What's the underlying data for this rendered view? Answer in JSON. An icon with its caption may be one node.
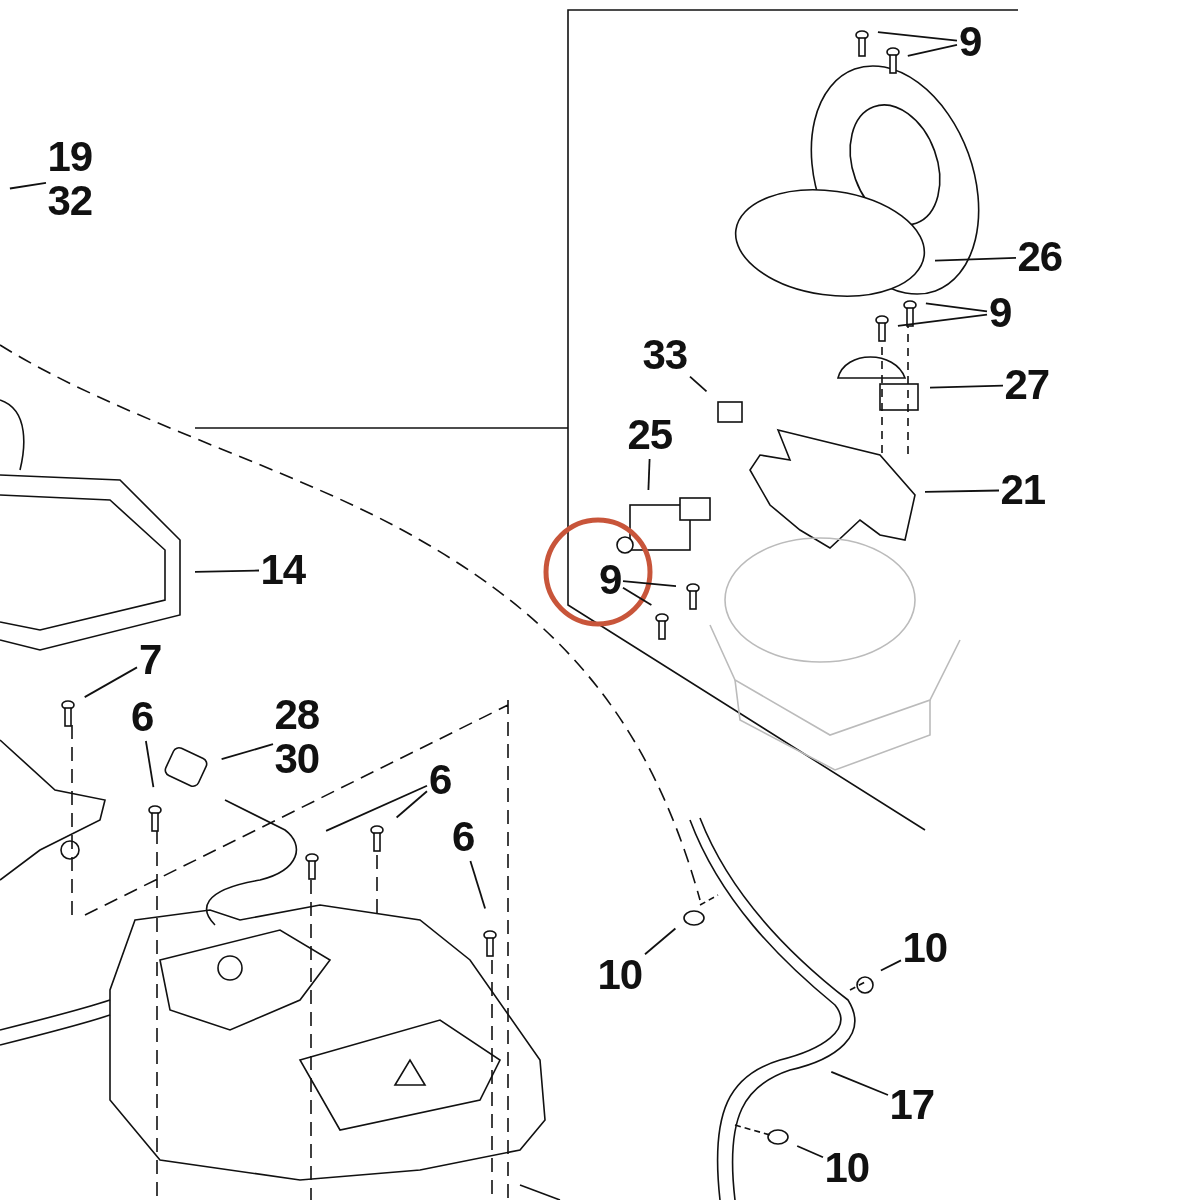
{
  "diagram": {
    "nodes": [
      {
        "text": [
          "9"
        ]
      },
      {
        "text": [
          "19",
          "32"
        ]
      },
      {
        "text": [
          "26"
        ]
      },
      {
        "text": [
          "9"
        ]
      },
      {
        "text": [
          "33"
        ]
      },
      {
        "text": [
          "27"
        ]
      },
      {
        "text": [
          "25"
        ]
      },
      {
        "text": [
          "21"
        ]
      },
      {
        "text": [
          "14"
        ]
      },
      {
        "text": [
          "9"
        ]
      },
      {
        "text": [
          "7"
        ]
      },
      {
        "text": [
          "28",
          "30"
        ]
      },
      {
        "text": [
          "6"
        ]
      },
      {
        "text": [
          "6"
        ]
      },
      {
        "text": [
          "6"
        ]
      },
      {
        "text": [
          "10"
        ]
      },
      {
        "text": [
          "10"
        ]
      },
      {
        "text": [
          "17"
        ]
      },
      {
        "text": [
          "10"
        ]
      }
    ],
    "edges": [
      {
        "from": 0,
        "to": null,
        "arrow": "none"
      },
      {
        "from": 0,
        "to": null,
        "arrow": "none"
      },
      {
        "from": 1,
        "to": null,
        "arrow": "none"
      },
      {
        "from": 2,
        "to": null,
        "arrow": "none"
      },
      {
        "from": 3,
        "to": null,
        "arrow": "none"
      },
      {
        "from": 3,
        "to": null,
        "arrow": "none"
      },
      {
        "from": 4,
        "to": null,
        "arrow": "none"
      },
      {
        "from": 5,
        "to": null,
        "arrow": "none"
      },
      {
        "from": 6,
        "to": null,
        "arrow": "none"
      },
      {
        "from": 7,
        "to": null,
        "arrow": "none"
      },
      {
        "from": 8,
        "to": null,
        "arrow": "none"
      },
      {
        "from": 9,
        "to": null,
        "arrow": "none"
      },
      {
        "from": 9,
        "to": null,
        "arrow": "none"
      },
      {
        "from": 10,
        "to": null,
        "arrow": "none"
      },
      {
        "from": 11,
        "to": null,
        "arrow": "none"
      },
      {
        "from": 12,
        "to": null,
        "arrow": "none"
      },
      {
        "from": 13,
        "to": null,
        "arrow": "none"
      },
      {
        "from": 13,
        "to": null,
        "arrow": "none"
      },
      {
        "from": 14,
        "to": null,
        "arrow": "none"
      },
      {
        "from": 15,
        "to": null,
        "arrow": "none"
      },
      {
        "from": 16,
        "to": null,
        "arrow": "none"
      },
      {
        "from": 17,
        "to": null,
        "arrow": "none"
      },
      {
        "from": 18,
        "to": null,
        "arrow": "none"
      }
    ]
  }
}
